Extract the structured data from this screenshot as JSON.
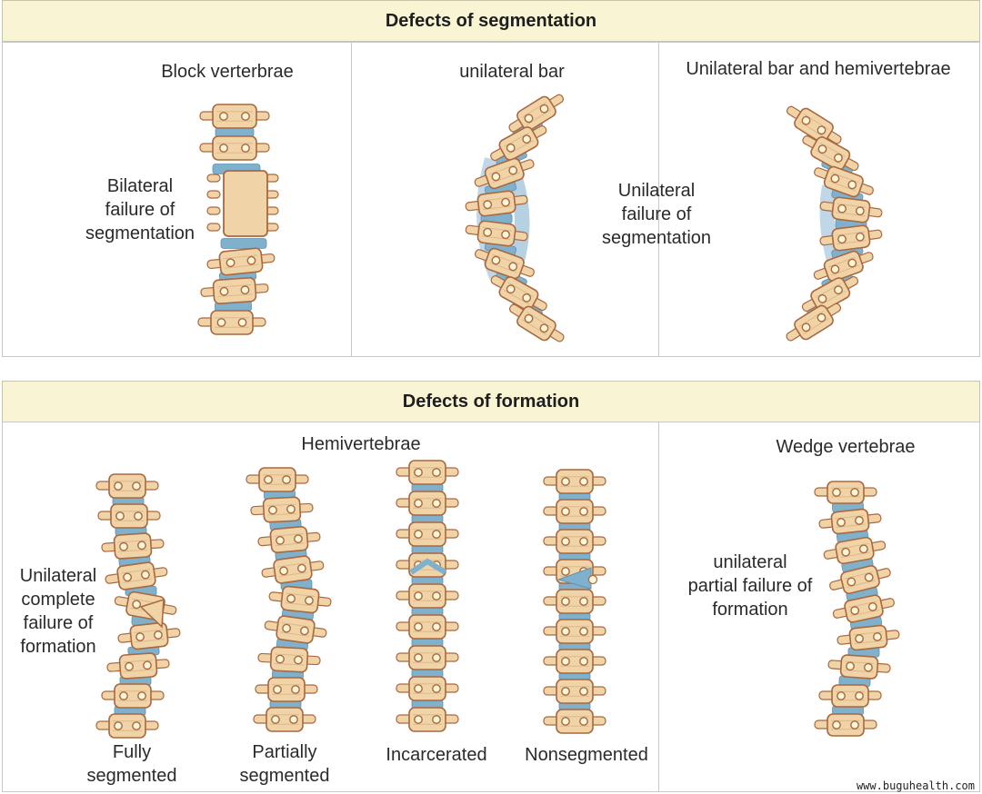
{
  "segmentation": {
    "header": "Defects of segmentation",
    "block": {
      "title": "Block verterbrae",
      "note": "Bilateral\nfailure of\nsegmentation"
    },
    "bar": {
      "title": "unilateral bar",
      "note": "Unilateral\nfailure of\nsegmentation"
    },
    "barhemi": {
      "title": "Unilateral bar and hemivertebrae"
    }
  },
  "formation": {
    "header": "Defects of formation",
    "hemi": {
      "title": "Hemivertebrae",
      "note": "Unilateral\ncomplete\nfailure of\nformation",
      "captions": [
        "Fully\nsegmented",
        "Partially\nsegmented",
        "Incarcerated",
        "Nonsegmented"
      ]
    },
    "wedge": {
      "title": "Wedge vertebrae",
      "note": "unilateral\npartial failure of\nformation"
    }
  },
  "watermark": "www.buguhealth.com",
  "colors": {
    "bone": "#f0d3a6",
    "bone_edge": "#a9683f",
    "disc": "#7fb0cc",
    "header_bg": "#f8f4d4",
    "hole": "#fff6d8"
  }
}
